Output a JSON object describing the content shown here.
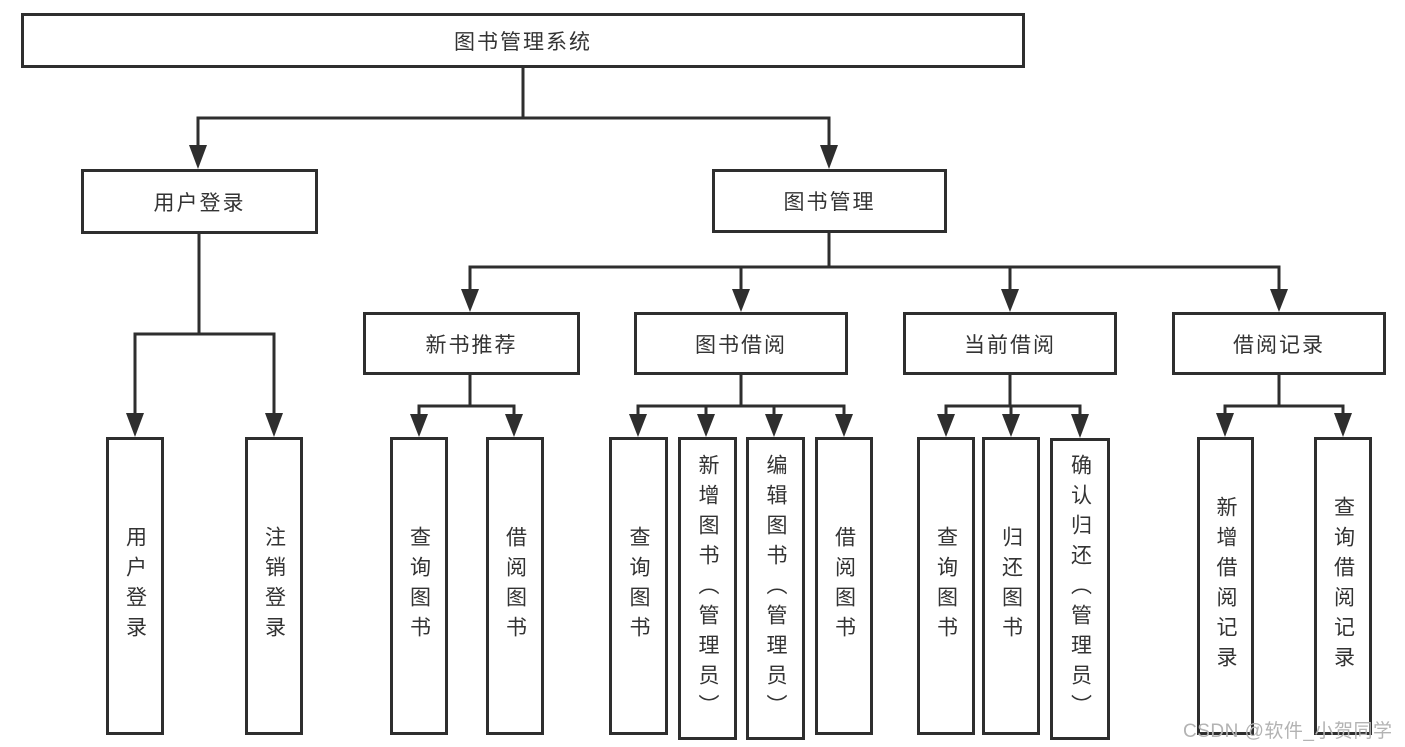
{
  "diagram": {
    "root": {
      "label": "图书管理系统"
    },
    "level2": [
      {
        "label": "用户登录"
      },
      {
        "label": "图书管理"
      }
    ],
    "level3": [
      {
        "label": "新书推荐"
      },
      {
        "label": "图书借阅"
      },
      {
        "label": "当前借阅"
      },
      {
        "label": "借阅记录"
      }
    ],
    "leaves": [
      {
        "label": "用户登录"
      },
      {
        "label": "注销登录"
      },
      {
        "label": "查询图书"
      },
      {
        "label": "借阅图书"
      },
      {
        "label": "查询图书"
      },
      {
        "label": "新增图书（管理员）"
      },
      {
        "label": "编辑图书（管理员）"
      },
      {
        "label": "借阅图书"
      },
      {
        "label": "查询图书"
      },
      {
        "label": "归还图书"
      },
      {
        "label": "确认归还（管理员）"
      },
      {
        "label": "新增借阅记录"
      },
      {
        "label": "查询借阅记录"
      }
    ]
  },
  "watermark": {
    "text": "CSDN @软件_小贺同学"
  },
  "colors": {
    "line": "#2e2e2e",
    "box_border": "#2e2e2e",
    "box_fill": "#ffffff",
    "text": "#333333",
    "background": "#ffffff",
    "watermark": "#b3b3b3"
  }
}
